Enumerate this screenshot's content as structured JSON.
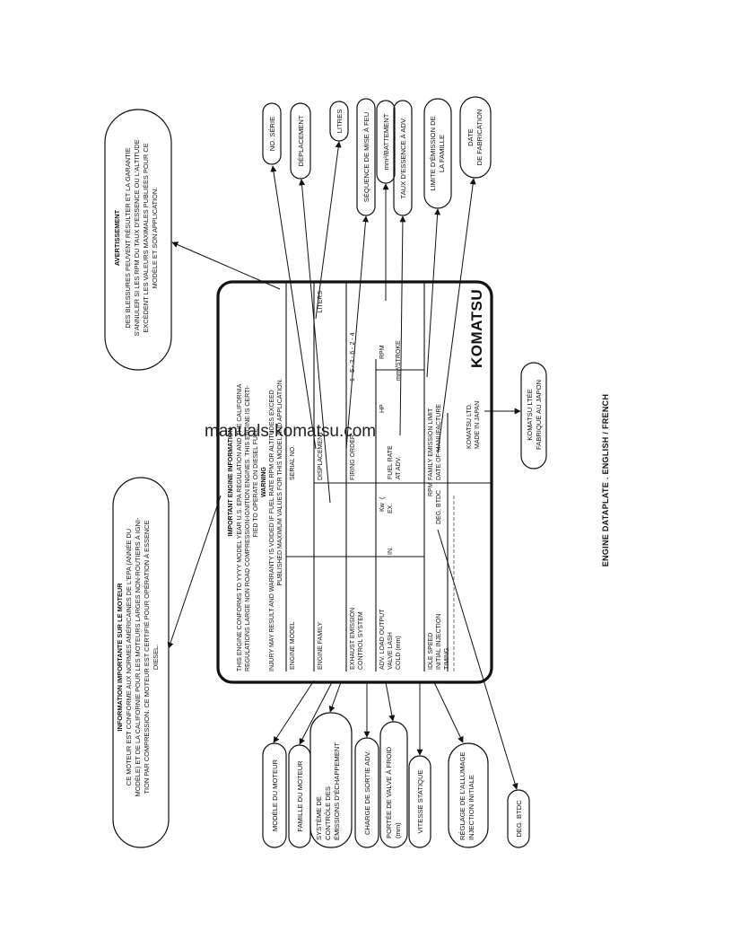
{
  "watermark": "manuals-komatsu.com",
  "caption": "ENGINE DATAPLATE . ENGLISH / FRENCH",
  "plate": {
    "info_title": "IMPORTANT ENGINE INFORMATION",
    "info_lines": [
      "THIS ENGINE CONFORMS TO YYYY MODEL YEAR U.S. EPA REGULATION AND THE CALIFORNIA",
      "REGULATIONS LARGE NON ROAD COMPRESSION-IGNITION ENGINES. THIS ENGINE IS CERTI-",
      "FIED TO OPERATE ON DIESEL FUEL."
    ],
    "warning_title": "WARNING",
    "warning_lines": [
      "INJURY MAY RESULT AND WARRANTY IS VOIDED IF FUEL RATE RPM OR ALTITUDES EXCEED",
      "PUBLISHED MAXIMUM VALUES FOR THIS MODEL AND APPLICATION."
    ],
    "engine_model": "ENGINE MODEL",
    "serial_no": "SERIAL NO.",
    "engine_family": "ENGINE FAMILY",
    "displacement": "DISPLACEMENT",
    "liters": "LITERS",
    "exhaust_1": "EXHAUST EMISSION",
    "exhaust_2": "CONTROL SYSTEM",
    "firing_order": "FIRING ORDER",
    "firing_values": "1 - 5 - 3 - 6 - 2 - 4",
    "adv_load": "ADV. LOAD OUTPUT",
    "kw": "Kw",
    "kw_paren": "(",
    "hp": "HP",
    "rpm": "RPM",
    "valve_1": "VALVE LASH",
    "valve_2": "COLD (mm)",
    "in": "IN.",
    "ex": "EX.",
    "fuel_rate_1": "FUEL RATE",
    "fuel_rate_2": "AT ADV.",
    "mm3_stroke": "mm³/STROKE",
    "idle_speed": "IDLE SPEED",
    "idle_rpm": "RPM",
    "family_emission": "FAMILY EMISSION LIMIT",
    "initial_1": "INITIAL INJECTION",
    "initial_2": "TIMING",
    "deg_btdc": "DEG. BTDC",
    "date_mfg": "DATE OF MANUFACTURE",
    "maker_1": "KOMATSU LTD.",
    "maker_2": "MADE IN JAPAN",
    "logo": "KOMATSU"
  },
  "fr_info": {
    "title": "INFORMATION IMPORTANTE SUR LE MOTEUR",
    "lines": [
      "CE MOTEUR EST CONFORME AUX NORMES AMÉRICAINES DE L'EPA (ANNÉE DU",
      "MODÈLE) ET DE LA CALIFORNIE POUR LES MOTEURS LARGES NON-ROUTIERS À IGNI-",
      "TION PAR COMPRESSION. CE MOTEUR EST CERTIFIÉ POUR OPÉRATION À ESSENCE",
      "DIESEL."
    ]
  },
  "fr_warning": {
    "title": "AVERTISSEMENT",
    "lines": [
      "DES BLESSURES PEUVENT RÉSULTER ET LA GARANTIE",
      "S'ANNULER SI LES RPM DU TAUX D'ESSENCE OU L'ALTITUDE",
      "EXCÈDENT LES VALEURS MAXIMALES PUBLIÉES POUR CE",
      "MODÈLE ET SON APPLICATION."
    ]
  },
  "fr_maker": {
    "line1": "KOMATSU LTÉE",
    "line2": "FABRIQUÉ AU JAPON"
  },
  "top_labels": {
    "serie": "NO. SÉRIE",
    "deplacement": "DÉPLACEMENT",
    "litres": "LITRES",
    "sequence": "SÉQUENCE DE MISE À FEU",
    "mm3": "mm³/BATTEMENT",
    "taux": "TAUX D'ESSENCE À ADV.",
    "limit_1": "LIMITE D'ÉMISSION DE",
    "limit_2": "LA FAMILLE",
    "date_1": "DATE",
    "date_2": "DE FABRICATION"
  },
  "bottom_labels": {
    "modele": "MODÈLE DU MOTEUR",
    "famille": "FAMILLE DU MOTEUR",
    "sys_1": "SYSTÈME DE",
    "sys_2": "CONTRÔLE DES",
    "sys_3": "ÉMISSIONS D'ÉCHAPPEMENT",
    "charge": "CHARGE DE SORTIE ADV.",
    "portee_1": "PORTÉE DE VALVE À FROID",
    "portee_2": "(mm)",
    "vitesse": "VITESSE STATIQUE",
    "reglage_1": "RÉGLAGE DE L'ALLUMAGE",
    "reglage_2": "INJECTION INITIALE",
    "deg": "DEG. BTDC"
  }
}
